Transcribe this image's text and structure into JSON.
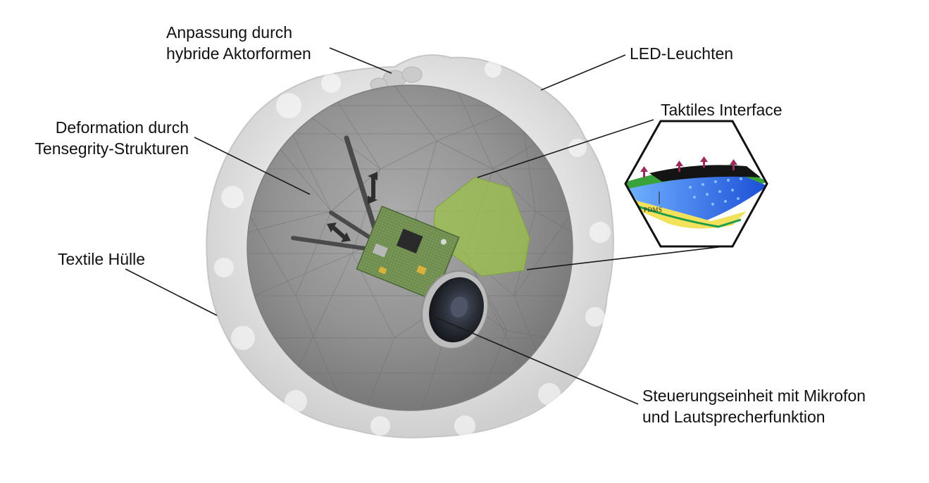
{
  "labels": {
    "anpassung": {
      "line1": "Anpassung durch",
      "line2": "hybride Aktorformen"
    },
    "led": "LED-Leuchten",
    "deformation": {
      "line1": "Deformation durch",
      "line2": "Tensegrity-Strukturen"
    },
    "taktiles": "Taktiles Interface",
    "textile": "Textile Hülle",
    "steuerung": {
      "line1": "Steuerungseinheit mit Mikrofon",
      "line2": "und Lautsprecherfunktion"
    }
  },
  "inset": {
    "material_label": "PDMS"
  },
  "colors": {
    "outer_shell": "#e4e4e4",
    "inner_sphere": "#8e8e8e",
    "led_glow": "#f3d35c",
    "touch_pad": "#9cc24a",
    "pcb": "#5f7a47",
    "speaker": "#3a3e46",
    "inset_blue": "#2b63e0",
    "inset_green": "#3aa23a"
  },
  "icons": [
    "double-arrow-icon",
    "double-arrow-icon"
  ]
}
